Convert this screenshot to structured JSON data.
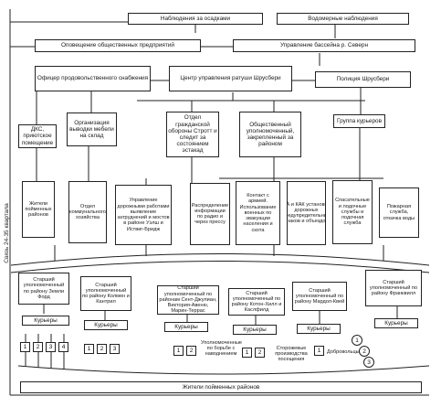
{
  "boxes": {
    "precip": "Наблюдения за осадками",
    "water": "Водомерные наблюдения",
    "notify": "Оповещение общественных предприятий",
    "basin": "Управление бассейна р. Северн",
    "civil_officer": "Офицер продовольственного снабжения",
    "center": "Центр управления ратуши Шрусбери",
    "police": "Полиция Шрусбери",
    "dks": "ДКС, приютское помещение",
    "org_evac": "Организация выводки мебели на склад",
    "defense": "Отдел гражданской обороны Стротт и следит за состоянием эстакад",
    "public_rep": "Общественный уполномоченный, закрепленный за районом",
    "couriers_group": "Группа курьеров",
    "residents_flood": "Жители пойменных районов",
    "dept_communal": "Отдел коммунального хозяйства",
    "roads": "Управление дорожными работами выявление затруднений и мостов в районе Уэлш и Иствиг-Бридж",
    "distribution": "Распределение информации по радио и через прессу",
    "contact": "Контакт с армией. Использование военных по эвакуации населения и скота",
    "aa_kak": "АА и КАК установка дорожных предупредительных знаков и объездов",
    "rescue": "Спасательные и лодочные службы и лодочная служба",
    "fire": "Пожарная служба, откачка воды",
    "senior1": "Старший уполномоченный по району Земли Форд",
    "senior2": "Старший уполномоченный по району Колмен и Кантрил",
    "senior3": "Старший уполномоченный по районам Сент-Джулиан, Виктория-Авеню, Марин-Террас",
    "senior4": "Старший уполномоченный по району Котон-Хилл и Каслфилд",
    "senior5": "Старший уполномоченный по району Мардол-Квей",
    "senior6": "Старший уполномоченный по району Франквилл",
    "couriers": "Курьеры",
    "residents_bottom": "Жители пойменных районов"
  },
  "notes": {
    "warn_left": "Уполномоченные по борьбе с наводнением",
    "warn_mid": "Сторожевые производства посещения",
    "warn_right": "Добровольцы"
  },
  "side_label": "Связь 24-35 квартала",
  "numbers": [
    "1",
    "2",
    "3",
    "4"
  ],
  "circles": [
    "1",
    "2",
    "3"
  ]
}
